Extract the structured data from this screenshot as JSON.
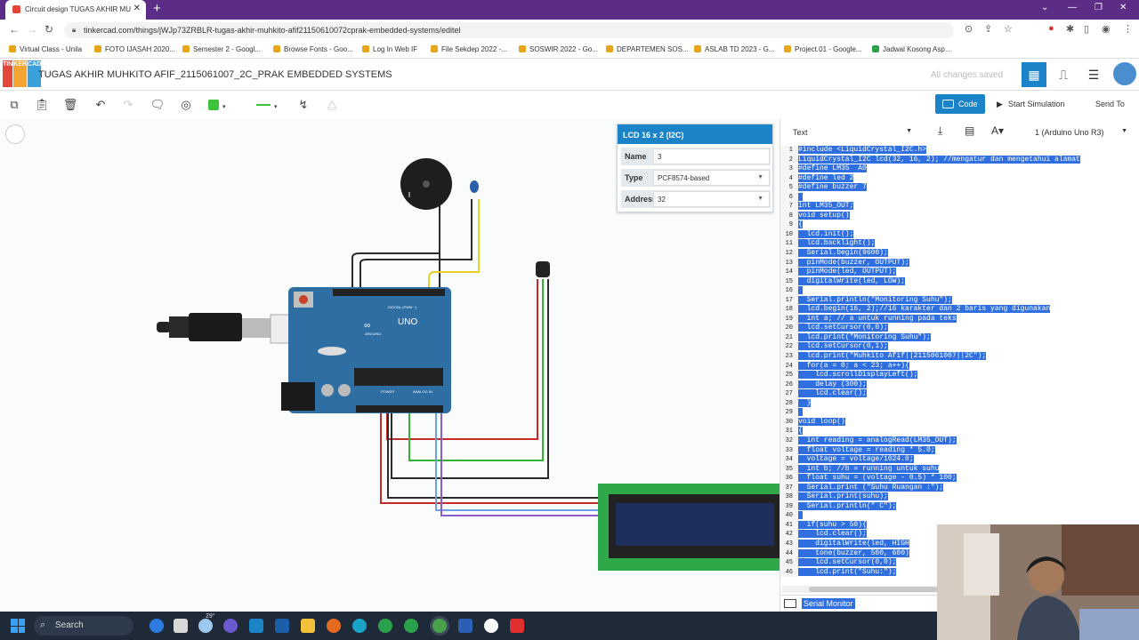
{
  "browser": {
    "tab_title": "Circuit design TUGAS AKHIR MU",
    "url": "tinkercad.com/things/jWJp73ZRBLR-tugas-akhir-muhkito-afif2115061007​2cprak-embedded-systems/editel",
    "bookmarks": [
      "Virtual Class - Unila",
      "FOTO IJASAH 2020...",
      "Semester 2 - Googl...",
      "Browse Fonts - Goo...",
      "Log In Web IF",
      "File Sekdep 2022 -...",
      "SOSWIR 2022 - Go...",
      "DEPARTEMEN SOS...",
      "ASLAB TD 2023 - G...",
      "Project.01 - Google...",
      "Jadwal Kosong Asp..."
    ]
  },
  "app": {
    "logo_letters": [
      "TIN",
      "KER",
      "CAD"
    ],
    "project_title": "TUGAS AKHIR MUHKITO AFIF_2115061007_2C_PRAK EMBEDDED SYSTEMS",
    "save_status": "All changes saved",
    "code_button": "Code",
    "start_sim": "Start Simulation",
    "send_to": "Send To"
  },
  "inspector": {
    "title": "LCD 16 x 2 (I2C)",
    "name_label": "Name",
    "name_value": "3",
    "type_label": "Type",
    "type_value": "PCF8574-based",
    "address_label": "Address",
    "address_value": "32"
  },
  "code_panel": {
    "mode": "Text",
    "board": "1 (Arduino Uno R3)",
    "serial_monitor": "Serial Monitor",
    "lines": [
      "#include <LiquidCrystal_I2C.h>",
      "LiquidCrystal_I2C lcd(32, 16, 2); //mengatur dan mengetahui alamat",
      "#define LM35  A0",
      "#define led 2",
      "#define buzzer 7",
      "",
      "int LM35_OUT;",
      "void setup()",
      "{",
      "  lcd.init();",
      "  lcd.backlight();",
      "  Serial.begin(9600);",
      "  pinMode(buzzer, OUTPUT);",
      "  pinMode(led, OUTPUT);",
      "  digitalWrite(led, LOW);",
      "",
      "  Serial.println(\"Monitoring Suhu\");",
      "  lcd.begin(16, 2);//16 karakter dan 2 baris yang digunakan",
      "  int a; // a untuk running pada teks",
      "  lcd.setCursor(0,0);",
      "  lcd.print(\"Monitoring Suhu\");",
      "  lcd.setCursor(0,1);",
      "  lcd.print(\"Muhkito Afif||2115061007||2C\");",
      "  for(a = 0; a < 23; a++){",
      "    lcd.scrollDisplayLeft();",
      "    delay (300);",
      "    lcd.clear();",
      "  }",
      "",
      "void loop()",
      "{",
      "  int reading = analogRead(LM35_OUT);",
      "  float voltage = reading * 5.0;",
      "  voltage = voltage/1024.0;",
      "  int b; //b = running untuk suhu",
      "  float suhu = (voltage - 0.5) * 100;",
      "  Serial.print (\"Suhu Ruangan :\");",
      "  Serial.print(suhu);",
      "  Serial.println(\" C\");",
      "",
      "  if(suhu > 50){",
      "    lcd.clear();",
      "    digitalWrite(led, HIGH",
      "    tone(buzzer, 500, 600)",
      "    lcd.setCursor(0,0);",
      "    lcd.print(\"Suhu:\");"
    ]
  },
  "arduino": {
    "brand": "UNO",
    "sub": "ARDUINO",
    "digital": "DIGITAL (PWM ~)",
    "power": "POWER",
    "analog": "ANALOG IN"
  },
  "taskbar": {
    "search": "Search",
    "temp": "29°"
  }
}
